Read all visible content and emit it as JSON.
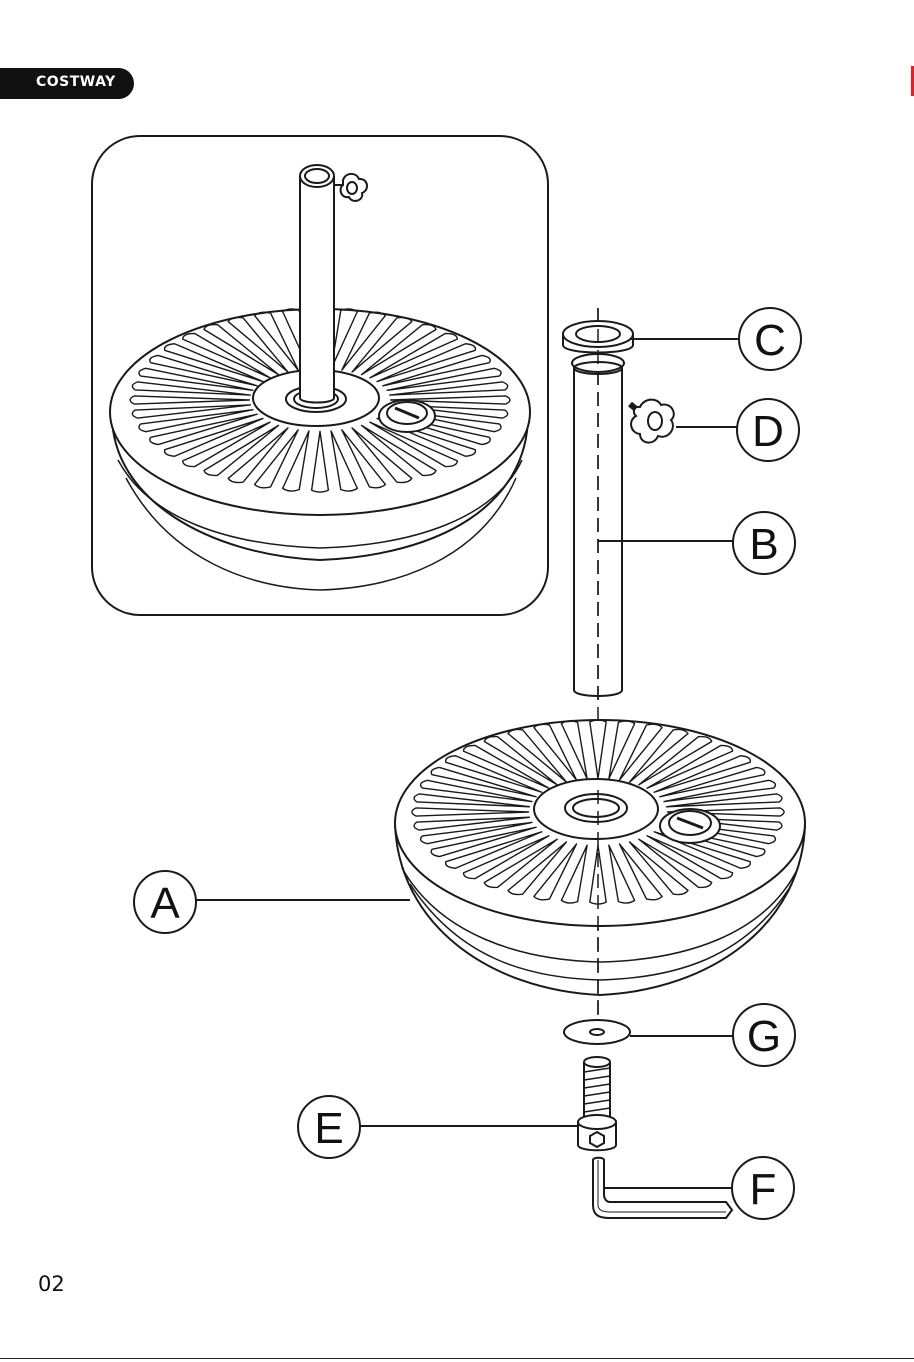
{
  "header": {
    "brand": "COSTWAY"
  },
  "footer": {
    "page_number": "02"
  },
  "colors": {
    "brand_tab": "#111111",
    "edge_mark": "#d8242a",
    "line": "#1a1a1a"
  },
  "parts": {
    "A": "A",
    "B": "B",
    "C": "C",
    "D": "D",
    "E": "E",
    "F": "F",
    "G": "G"
  }
}
